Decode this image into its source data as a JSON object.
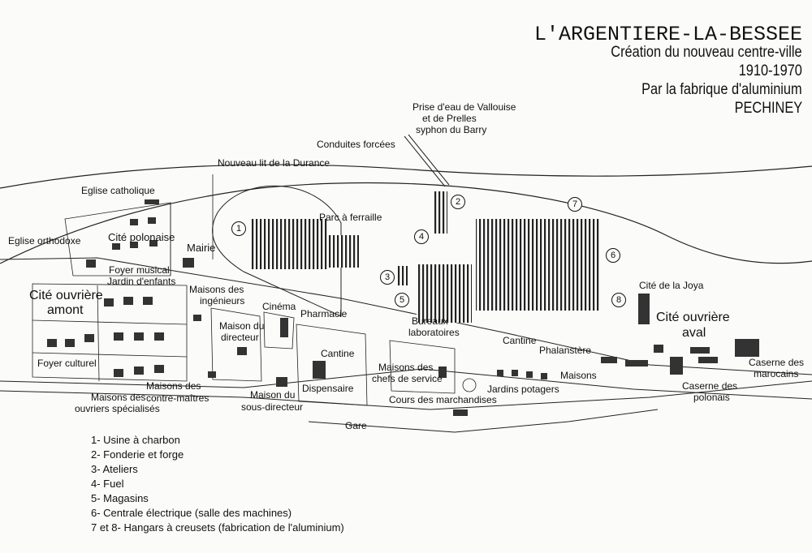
{
  "title": {
    "town": "L'ARGENTIERE-LA-BESSEE",
    "line1": "Création du nouveau centre-ville",
    "line2": "1910-1970",
    "line3": "Par la fabrique d'aluminium",
    "line4": "PECHINEY"
  },
  "labels": {
    "prise_eau": "Prise d'eau de Vallouise",
    "prise_eau2": "et de Prelles",
    "prise_eau3": "syphon du Barry",
    "conduites": "Conduites forcées",
    "durance": "Nouveau lit de la Durance",
    "eglise_cath": "Eglise catholique",
    "parc": "Parc à ferraille",
    "eglise_orth": "Eglise orthodoxe",
    "cite_pol": "Cité polonaise",
    "mairie": "Mairie",
    "foyer_mus": "Foyer musical",
    "jardin_enf": "Jardin d'enfants",
    "cite_ouv_amont1": "Cité ouvrière",
    "cite_ouv_amont2": "amont",
    "maisons_ing1": "Maisons des",
    "maisons_ing2": "ingénieurs",
    "cinema": "Cinéma",
    "pharmacie": "Pharmacie",
    "maison_dir1": "Maison du",
    "maison_dir2": "directeur",
    "cantine1": "Cantine",
    "bureaux1": "Bureaux",
    "bureaux2": "laboratoires",
    "cantine2": "Cantine",
    "phalanstere": "Phalanstère",
    "maisons_chefs1": "Maisons des",
    "maisons_chefs2": "chefs de service",
    "maisons_r": "Maisons",
    "jardins": "Jardins potagers",
    "foyer_cult": "Foyer culturel",
    "maisons_cm1": "Maisons des",
    "maisons_cm2": "contre-maîtres",
    "maisons_ouv1": "Maisons des",
    "maisons_ouv2": "ouvriers spécialisés",
    "dispensaire": "Dispensaire",
    "maison_sd1": "Maison du",
    "maison_sd2": "sous-directeur",
    "cours": "Cours des marchandises",
    "gare": "Gare",
    "cite_joya": "Cité de la Joya",
    "cite_aval1": "Cité ouvrière",
    "cite_aval2": "aval",
    "caserne_mar1": "Caserne des",
    "caserne_mar2": "marocains",
    "caserne_pol1": "Caserne des",
    "caserne_pol2": "polonais"
  },
  "markers": [
    "1",
    "2",
    "3",
    "4",
    "5",
    "6",
    "7",
    "8"
  ],
  "legend": [
    "1- Usine à charbon",
    "2- Fonderie et forge",
    "3- Ateliers",
    "4- Fuel",
    "5- Magasins",
    "6- Centrale électrique (salle des machines)",
    "7 et 8- Hangars à creusets (fabrication de l'aluminium)"
  ]
}
